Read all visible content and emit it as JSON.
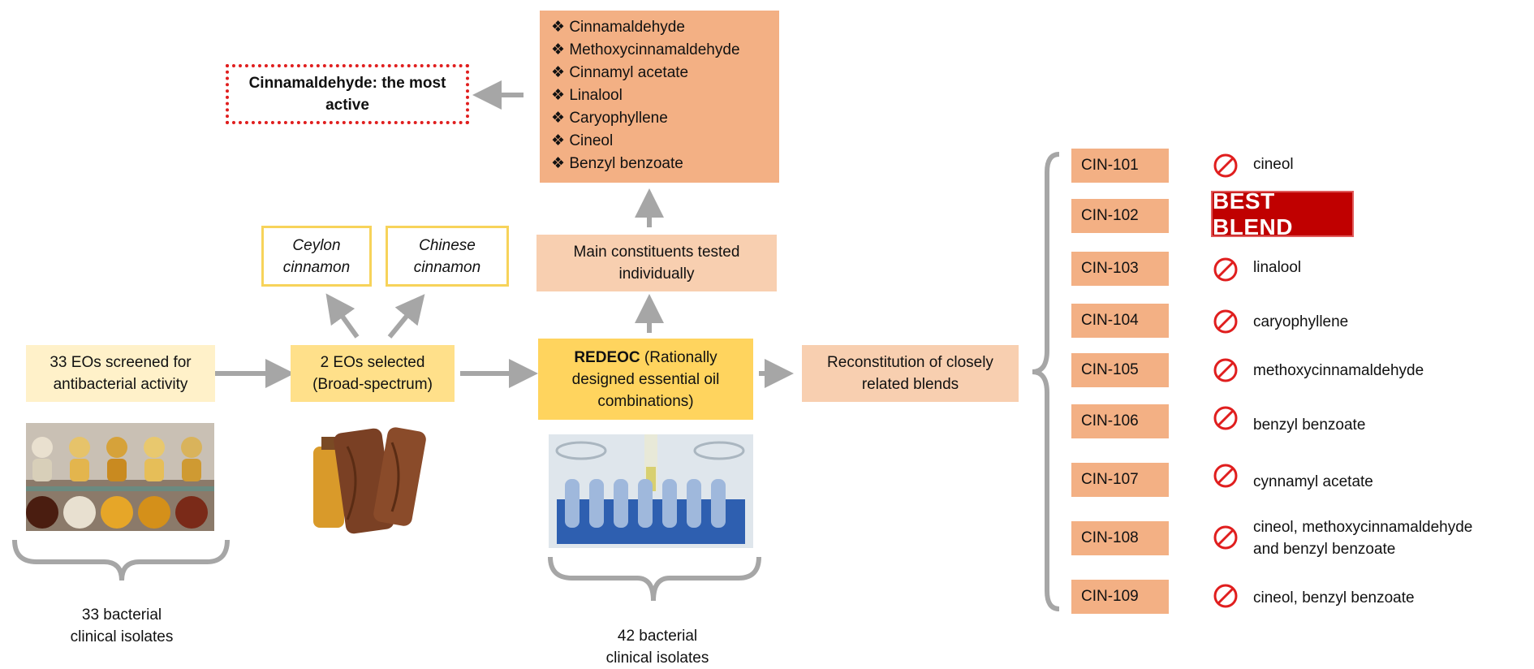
{
  "left": {
    "screen_box": "33 EOs screened for antibacterial activity",
    "selected_box": "2 EOs selected (Broad-spectrum)",
    "ceylon": "Ceylon cinnamon",
    "chinese": "Chinese cinnamon",
    "isolates_33": [
      "33 bacterial",
      "clinical isolates"
    ]
  },
  "center": {
    "redeoc_bold": "REDEOC",
    "redeoc_rest": " (Rationally designed essential oil combinations)",
    "main_constituents": "Main constituents tested individually",
    "most_active": "Cinnamaldehyde: the most active",
    "isolates_42": [
      "42 bacterial",
      "clinical isolates"
    ],
    "bullet": "❖",
    "constituents": [
      "Cinnamaldehyde",
      "Methoxycinnamaldehyde",
      "Cinnamyl acetate",
      "Linalool",
      "Caryophyllene",
      "Cineol",
      "Benzyl benzoate"
    ]
  },
  "reconstitution": "Reconstitution of closely related blends",
  "best_blend": "BEST BLEND",
  "blends": [
    {
      "id": "CIN-101",
      "note": [
        "cineol"
      ]
    },
    {
      "id": "CIN-102",
      "note": []
    },
    {
      "id": "CIN-103",
      "note": [
        "linalool"
      ]
    },
    {
      "id": "CIN-104",
      "note": [
        "caryophyllene"
      ]
    },
    {
      "id": "CIN-105",
      "note": [
        "methoxycinnamaldehyde"
      ]
    },
    {
      "id": "CIN-106",
      "note": [
        "benzyl benzoate"
      ]
    },
    {
      "id": "CIN-107",
      "note": [
        "cynnamyl acetate"
      ]
    },
    {
      "id": "CIN-108",
      "note": [
        "cineol, methoxycinnamaldehyde",
        "and benzyl benzoate"
      ]
    },
    {
      "id": "CIN-109",
      "note": [
        "cineol, benzyl benzoate"
      ]
    }
  ],
  "colors": {
    "arrow": "#a6a6a6",
    "orange": "#f3b084",
    "peach": "#f8cfb0",
    "gold": "#ffd45e",
    "red": "#c00000",
    "no_sign": "#e01e1e"
  }
}
